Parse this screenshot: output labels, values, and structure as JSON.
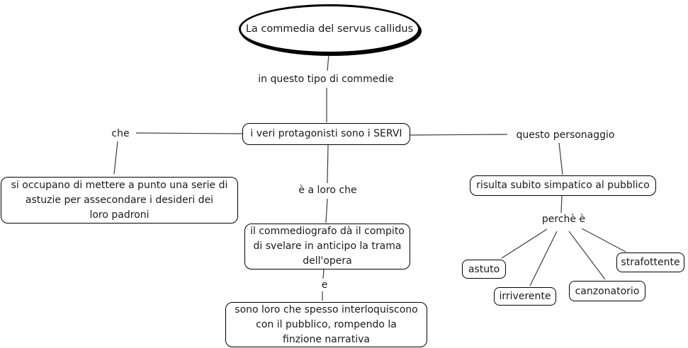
{
  "diagram": {
    "type": "concept-map",
    "root": "La commedia del servus callidus",
    "connectors": {
      "in_questo_tipo": "in questo tipo di commedie",
      "che": "che",
      "e_a_loro_che": "è a loro che",
      "e": "e",
      "questo_personaggio": "questo personaggio",
      "perche_e": "perchè è"
    },
    "concepts": {
      "servi": "i veri protagonisti sono i SERVI",
      "astuzie": "si occupano di mettere a punto una serie di\nastuzie per assecondare i desideri dei\nloro padroni",
      "commediografo": "il commediografo dà il compito\ndi svelare in anticipo la trama\ndell'opera",
      "interloquiscono": "sono loro che spesso interloquiscono\ncon il pubblico, rompendo la\nfinzione narrativa",
      "simpatico": "risulta subito simpatico al pubblico",
      "qualita": [
        "astuto",
        "irriverente",
        "canzonatorio",
        "strafottente"
      ]
    },
    "colors": {
      "background": "#ffffff",
      "node_border": "#000000",
      "connector_line": "#3d3d3d",
      "text": "#1a1a1a"
    }
  }
}
